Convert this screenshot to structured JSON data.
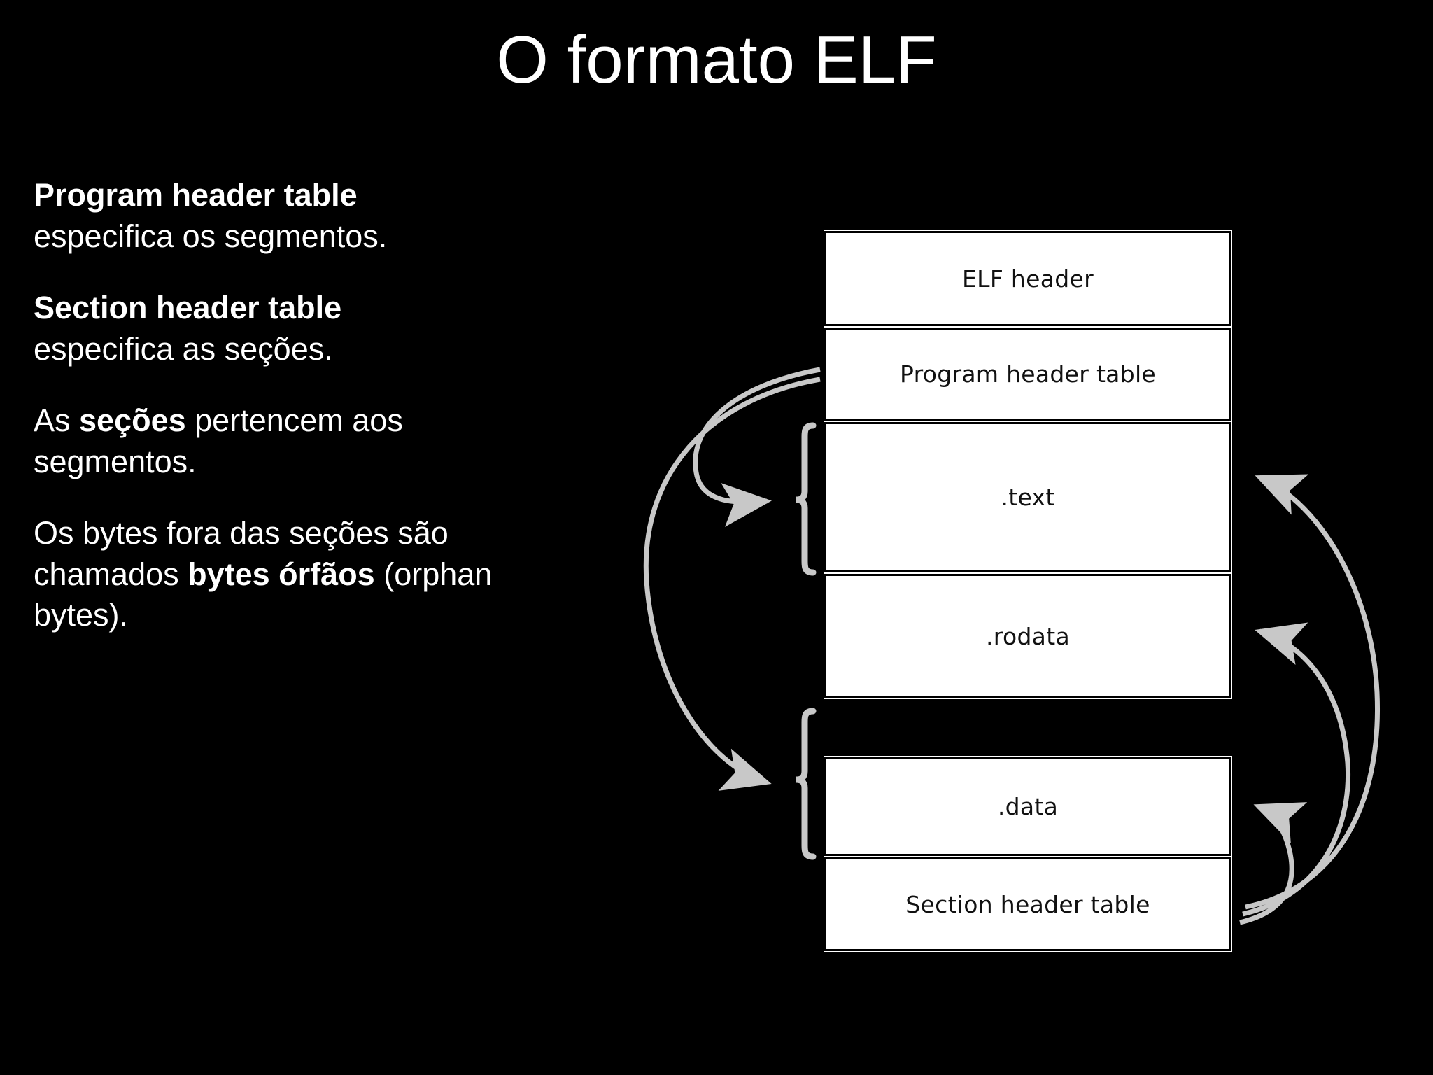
{
  "slide": {
    "background_color": "#000000",
    "text_color": "#ffffff",
    "title": "O formato ELF"
  },
  "body": {
    "paragraphs": [
      {
        "bold_lead": "Program header table",
        "rest": " especifica os segmentos."
      },
      {
        "bold_lead": "Section header table",
        "rest": " especifica as seções."
      },
      {
        "pre": "As ",
        "bold_mid": "seções",
        "post": " pertencem aos segmentos."
      },
      {
        "pre2": "Os bytes fora das seções são chamados ",
        "bold_mid2": "bytes órfãos",
        "post2": " (orphan bytes)."
      }
    ],
    "p1_bold": "Program header table",
    "p1_rest": "especifica os segmentos.",
    "p2_bold": "Section header table",
    "p2_rest": "especifica as seções.",
    "p3_pre": "As ",
    "p3_bold": "seções",
    "p3_post": " pertencem aos segmentos.",
    "p4_pre": "Os bytes fora das seções são chamados ",
    "p4_bold": "bytes órfãos",
    "p4_post": " (orphan bytes)."
  },
  "diagram": {
    "name": "elf-file-layout",
    "box_fill": "#ffffff",
    "box_border": "#000000",
    "arrow_color": "#c8c8c8",
    "boxes": [
      {
        "id": "elf-header",
        "label": "ELF header"
      },
      {
        "id": "prog-header",
        "label": "Program header table"
      },
      {
        "id": "text",
        "label": ".text"
      },
      {
        "id": "rodata",
        "label": ".rodata"
      },
      {
        "id": "orphan-gap",
        "label": ""
      },
      {
        "id": "data",
        "label": ".data"
      },
      {
        "id": "section-header",
        "label": "Section header table"
      }
    ],
    "arrows": [
      {
        "from": "prog-header",
        "to": "segment-brace-text-rodata"
      },
      {
        "from": "prog-header",
        "to": "segment-brace-gap-data"
      },
      {
        "from": "section-header",
        "to": "text"
      },
      {
        "from": "section-header",
        "to": "rodata"
      },
      {
        "from": "section-header",
        "to": "data"
      }
    ]
  }
}
